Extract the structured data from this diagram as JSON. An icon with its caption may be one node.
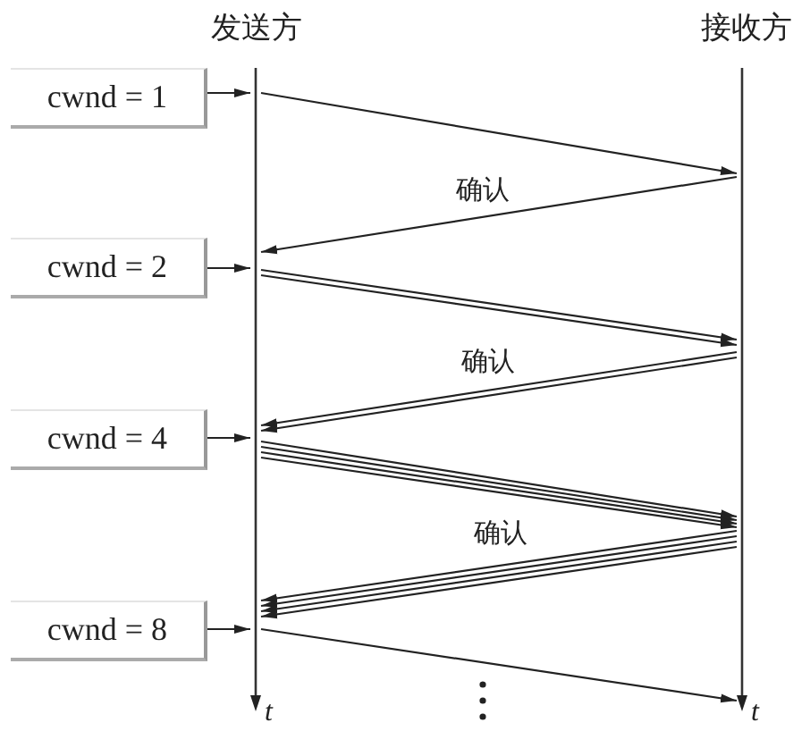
{
  "diagram": {
    "nodes": [
      {
        "text": [
          "cwnd = 1"
        ]
      },
      {
        "text": [
          "cwnd = 2"
        ]
      },
      {
        "text": [
          "cwnd = 4"
        ]
      },
      {
        "text": [
          "cwnd = 8"
        ]
      },
      {
        "text": [],
        "shape": "line"
      },
      {
        "text": [],
        "shape": "line"
      }
    ],
    "edges": [
      {
        "from": 0,
        "to": 4,
        "arrow": "to"
      },
      {
        "from": 4,
        "to": 5,
        "arrow": "to"
      },
      {
        "from": 5,
        "to": 4,
        "arrow": "to",
        "label": "确认"
      },
      {
        "from": 1,
        "to": 4,
        "arrow": "to"
      },
      {
        "from": 4,
        "to": 5,
        "arrow": "to"
      },
      {
        "from": 4,
        "to": 5,
        "arrow": "to"
      },
      {
        "from": 5,
        "to": 4,
        "arrow": "to",
        "label": "确认"
      },
      {
        "from": 5,
        "to": 4,
        "arrow": "to"
      },
      {
        "from": 2,
        "to": 4,
        "arrow": "to"
      },
      {
        "from": 4,
        "to": 5,
        "arrow": "to"
      },
      {
        "from": 4,
        "to": 5,
        "arrow": "to"
      },
      {
        "from": 4,
        "to": 5,
        "arrow": "to"
      },
      {
        "from": 4,
        "to": 5,
        "arrow": "to"
      },
      {
        "from": 5,
        "to": 4,
        "arrow": "to",
        "label": "确认"
      },
      {
        "from": 5,
        "to": 4,
        "arrow": "to"
      },
      {
        "from": 5,
        "to": 4,
        "arrow": "to"
      },
      {
        "from": 5,
        "to": 4,
        "arrow": "to"
      },
      {
        "from": 3,
        "to": 4,
        "arrow": "to"
      },
      {
        "from": 4,
        "to": 5,
        "arrow": "to"
      }
    ],
    "labels": [
      "发送方",
      "接收方",
      "t",
      "t"
    ]
  }
}
